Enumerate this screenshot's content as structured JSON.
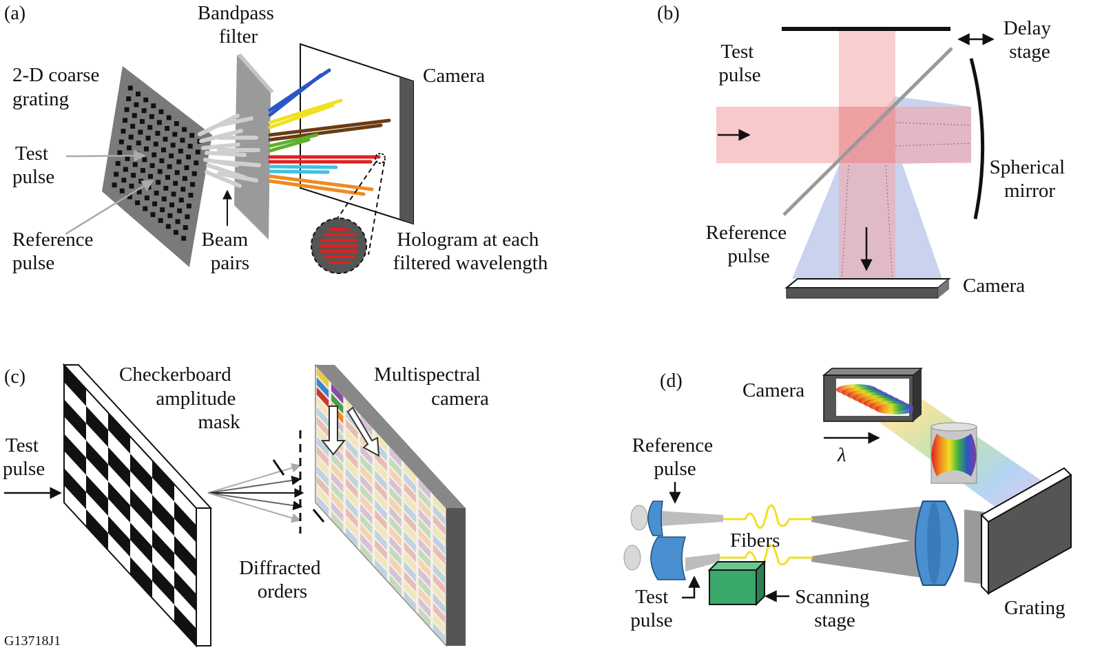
{
  "figure_id": "G13718J1",
  "panels": {
    "a": {
      "label": "(a)",
      "grating_label": [
        "2-D coarse",
        "grating"
      ],
      "filter_label": [
        "Bandpass",
        "filter"
      ],
      "camera_label": "Camera",
      "test_pulse_label": [
        "Test",
        "pulse"
      ],
      "reference_pulse_label": [
        "Reference",
        "pulse"
      ],
      "beam_pairs_label": [
        "Beam",
        "pairs"
      ],
      "hologram_label": [
        "Hologram at each",
        "filtered wavelength"
      ],
      "beam_colors": [
        "#2a56c6",
        "#f0e020",
        "#6a3b12",
        "#5fb02e",
        "#e02020",
        "#40c0e0",
        "#f08a20"
      ],
      "hologram_fringe_color": "#e02020"
    },
    "b": {
      "label": "(b)",
      "test_pulse_label": [
        "Test",
        "pulse"
      ],
      "delay_stage_label": [
        "Delay",
        "stage"
      ],
      "spherical_mirror_label": [
        "Spherical",
        "mirror"
      ],
      "reference_pulse_label": [
        "Reference",
        "pulse"
      ],
      "camera_label": "Camera",
      "test_beam_color": "#f4a5a8",
      "reference_beam_color": "#9eaede"
    },
    "c": {
      "label": "(c)",
      "mask_label": [
        "Checkerboard",
        "amplitude",
        "mask"
      ],
      "camera_label": [
        "Multispectral",
        "camera"
      ],
      "test_pulse_label": [
        "Test",
        "pulse"
      ],
      "diffracted_label": [
        "Diffracted",
        "orders"
      ],
      "pixel_colors": [
        "#e9c949",
        "#8a4ba6",
        "#3a86c8",
        "#48a048",
        "#c8382c",
        "#f08a20"
      ]
    },
    "d": {
      "label": "(d)",
      "camera_label": "Camera",
      "lambda_label": "λ",
      "reference_pulse_label": [
        "Reference",
        "pulse"
      ],
      "fibers_label": "Fibers",
      "test_pulse_label": [
        "Test",
        "pulse"
      ],
      "scanning_stage_label": [
        "Scanning",
        "stage"
      ],
      "grating_label": "Grating",
      "lens_color": "#4a8fd0",
      "fiber_signal_color": "#f0e020",
      "stage_color": "#3aa86a"
    }
  }
}
